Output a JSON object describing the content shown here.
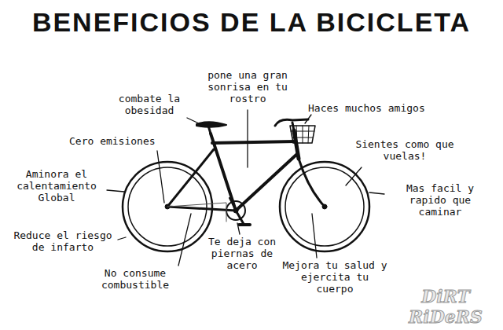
{
  "diagram": {
    "title": "BENEFICIOS DE LA BICICLETA",
    "labels": [
      "pone una gran sonrisa en tu rostro",
      "combate la obesidad",
      "Haces muchos amigos",
      "Cero emisiones",
      "Sientes como que vuelas!",
      "Aminora el calentamiento Global",
      "Mas facil y rapido que caminar",
      "Reduce el riesgo de infarto",
      "Te deja con piernas de acero",
      "No consume combustible",
      "Mejora tu salud y ejercita tu cuerpo",
      "DiRT RiDeRS"
    ]
  }
}
